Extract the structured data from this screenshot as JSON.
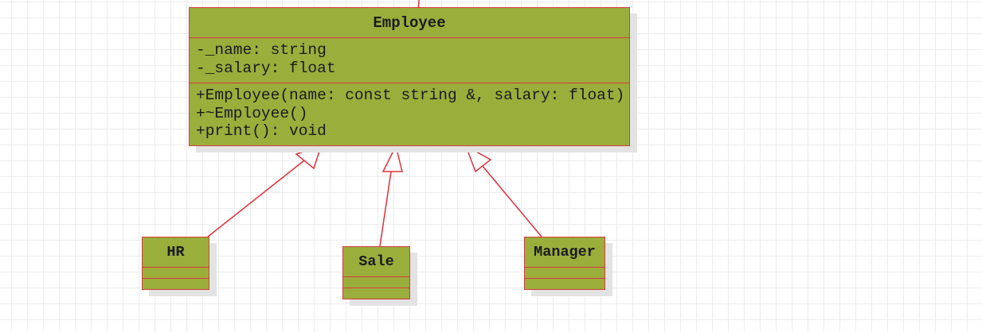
{
  "diagram": {
    "classes": {
      "employee": {
        "name": "Employee",
        "attributes": [
          "-_name: string",
          "-_salary: float"
        ],
        "operations": [
          "+Employee(name: const string &, salary: float)",
          "+~Employee()",
          "+print(): void"
        ]
      },
      "hr": {
        "name": "HR"
      },
      "sale": {
        "name": "Sale"
      },
      "manager": {
        "name": "Manager"
      }
    },
    "relations": [
      {
        "type": "generalization",
        "from": "HR",
        "to": "Employee"
      },
      {
        "type": "generalization",
        "from": "Sale",
        "to": "Employee"
      },
      {
        "type": "generalization",
        "from": "Manager",
        "to": "Employee"
      }
    ],
    "colors": {
      "class_fill": "#9aae3c",
      "border": "#d9383f",
      "arrow": "#e0303a"
    }
  }
}
